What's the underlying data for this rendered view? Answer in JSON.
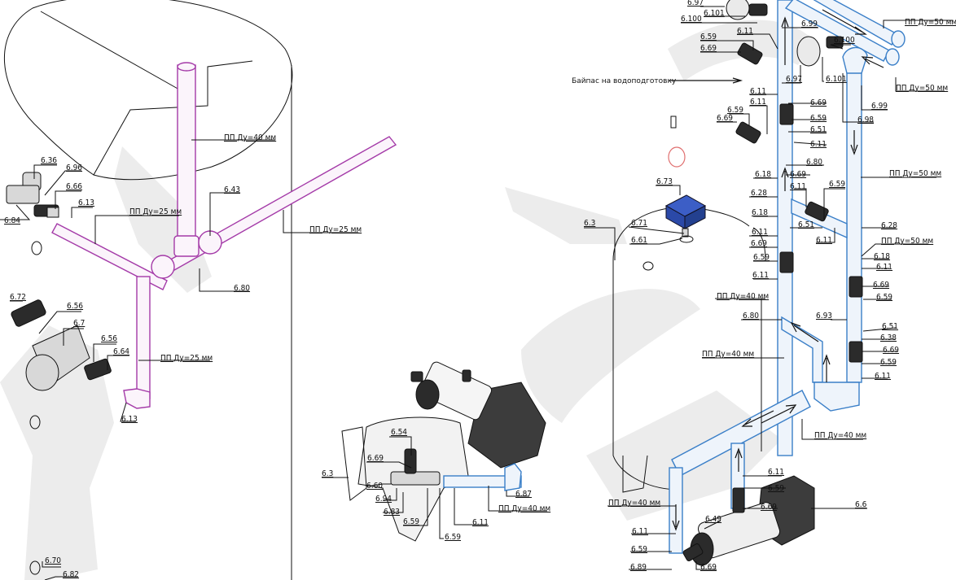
{
  "drawing": {
    "type": "isometric piping schematic",
    "colors": {
      "pipe_dn25_dn40_left": "#a43aa8",
      "pipe_right_system": "#3a7fc8",
      "pump_motor": "#3c3c3c",
      "sensor_box": "#2f4fb0",
      "background_ghost": "#ececec"
    },
    "left_group": {
      "pipe_labels": {
        "dn40_vertical": "ПП Ду=40 мм",
        "dn25_left": "ПП Ду=25 мм",
        "dn25_right": "ПП Ду=25 мм",
        "dn25_down": "ПП Ду=25 мм"
      },
      "callouts": [
        "6.36",
        "6.96",
        "6.66",
        "6.13",
        "6.84",
        "6.43",
        "6.80",
        "6.72",
        "6.56",
        "6.7",
        "6.56",
        "6.64",
        "6.13",
        "6.70",
        "6.82"
      ]
    },
    "pump_group": {
      "pipe_label": "ПП Ду=40 мм",
      "callouts": [
        "6.54",
        "6.69",
        "6.3",
        "6.60",
        "6.94",
        "6.83",
        "6.59",
        "6.59",
        "6.11",
        "6.87"
      ]
    },
    "right_group": {
      "bypass_label": "Байпас на водоподготовку",
      "pipe_labels": {
        "dn50_top_a": "ПП Ду=50 мм",
        "dn50_top_b": "ПП Ду=50 мм",
        "dn50_mid": "ПП Ду=50 мм",
        "dn50_right": "ПП Ду=50 мм",
        "dn40_a": "ПП Ду=40 мм",
        "dn40_b": "ПП Ду=40 мм",
        "dn40_c": "ПП Ду=40 мм",
        "dn40_d": "ПП Ду=40 мм"
      },
      "top_callouts": [
        "6.97",
        "6.101",
        "6.100",
        "6.99",
        "6.100",
        "6.101",
        "6.97",
        "6.99",
        "6.98"
      ],
      "left_column_callouts": [
        "6.11",
        "6.59",
        "6.69",
        "6.11",
        "6.11",
        "6.59",
        "6.69",
        "6.18",
        "6.28",
        "6.18",
        "6.11",
        "6.69",
        "6.59",
        "6.11",
        "6.80"
      ],
      "center_callouts": [
        "6.69",
        "6.59",
        "6.51",
        "6.11",
        "6.80",
        "6.69",
        "6.11",
        "6.59",
        "6.51",
        "6.11",
        "6.93"
      ],
      "right_column_callouts": [
        "6.28",
        "6.18",
        "6.11",
        "6.69",
        "6.59",
        "6.51",
        "6.38",
        "6.69",
        "6.59",
        "6.11"
      ],
      "tank_callouts": [
        "6.73",
        "6.3",
        "6.71",
        "6.61"
      ],
      "bottom_callouts": [
        "6.11",
        "6.59",
        "6.69",
        "6.6",
        "6.49",
        "6.11",
        "6.59",
        "6.89",
        "6.69"
      ]
    }
  }
}
